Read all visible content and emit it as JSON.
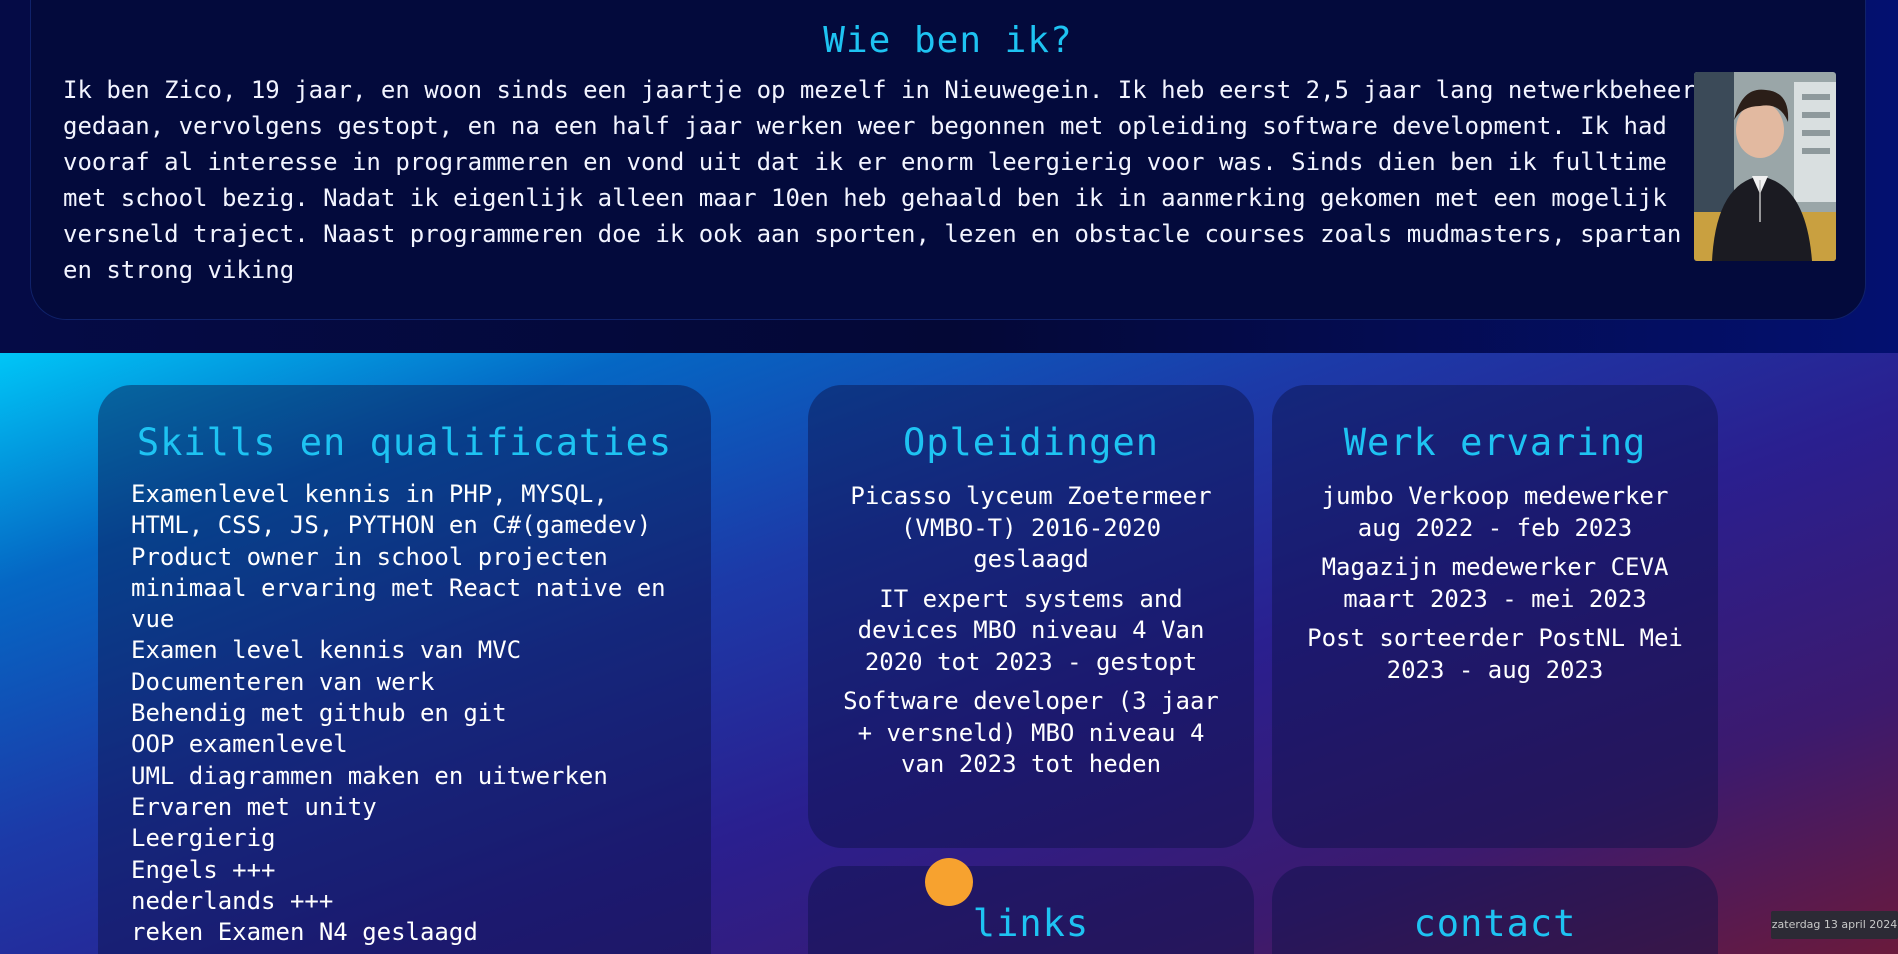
{
  "about": {
    "title": "Wie ben ik?",
    "text": "Ik ben Zico, 19 jaar, en woon sinds een jaartje op mezelf in Nieuwegein. Ik heb eerst 2,5 jaar lang netwerkbeheer gedaan, vervolgens gestopt, en na een half jaar werken weer begonnen met opleiding software development. Ik had vooraf al interesse in programmeren en vond uit dat ik er enorm leergierig voor was. Sinds dien ben ik fulltime met school bezig. Nadat ik eigenlijk alleen maar 10en heb gehaald ben ik in aanmerking gekomen met een mogelijk versneld traject. Naast programmeren doe ik ook aan sporten, lezen en obstacle courses zoals mudmasters, spartan en strong viking"
  },
  "skills": {
    "title": "Skills en qualificaties",
    "items": [
      "Examenlevel kennis in PHP, MYSQL,",
      "HTML, CSS, JS, PYTHON en C#(gamedev)",
      "Product owner in school projecten",
      "minimaal ervaring met React native en",
      "vue",
      "Examen level kennis van MVC",
      "Documenteren van werk",
      "Behendig met github en git",
      "OOP examenlevel",
      "UML diagrammen maken en uitwerken",
      "Ervaren met unity",
      "Leergierig",
      "Engels +++",
      "nederlands +++",
      "reken Examen N4 geslaagd"
    ]
  },
  "education": {
    "title": "Opleidingen",
    "items": [
      "Picasso lyceum Zoetermeer (VMBO-T) 2016-2020 geslaagd",
      "IT expert systems and devices MBO niveau 4 Van 2020 tot 2023 - gestopt",
      "Software developer (3 jaar + versneld) MBO niveau 4 van 2023 tot heden"
    ]
  },
  "work": {
    "title": "Werk ervaring",
    "items": [
      "jumbo Verkoop medewerker aug 2022 - feb 2023",
      "Magazijn medewerker CEVA maart 2023 - mei 2023",
      "Post sorteerder PostNL Mei 2023 - aug 2023"
    ]
  },
  "links": {
    "title": "links"
  },
  "contact": {
    "title": "contact"
  },
  "taskbar": {
    "date": "zaterdag 13 april 2024"
  },
  "colors": {
    "accent_title": "#1ec3f2",
    "cursor_dot": "#f7a22f"
  },
  "icons": {
    "portrait": "profile-photo",
    "cursor": "cursor-dot-icon"
  }
}
